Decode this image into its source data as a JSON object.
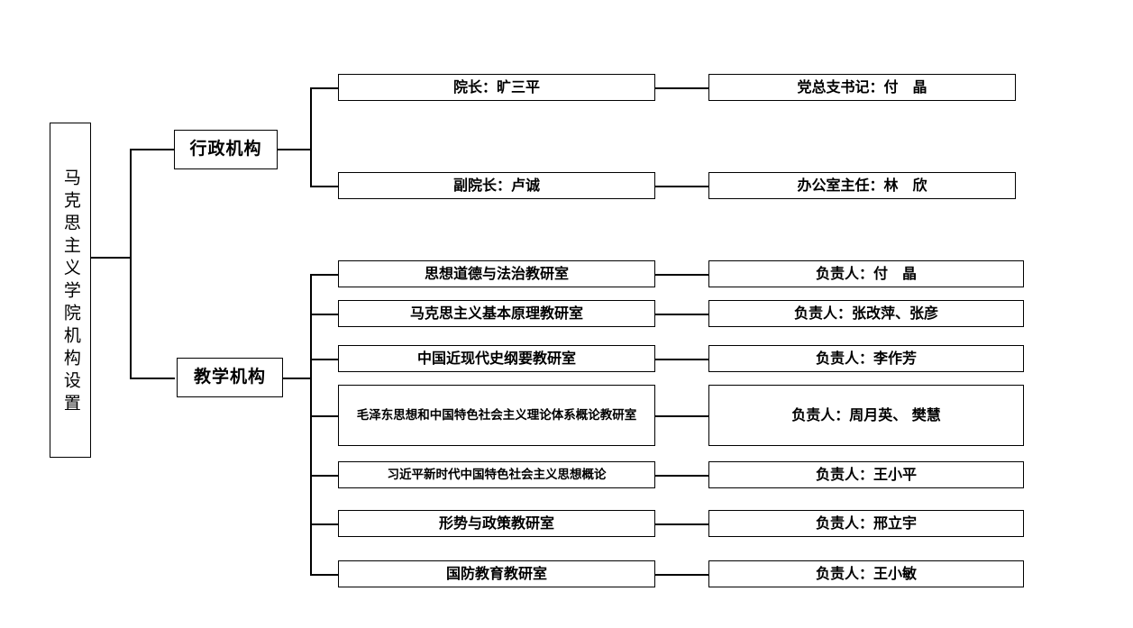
{
  "diagram": {
    "title": "马克思主义学院机构设置",
    "root": {
      "label": "马克思主义学院机构设置"
    },
    "branches": [
      {
        "id": "administrative",
        "label": "行政机构",
        "rows": [
          {
            "position": "院长：旷三平",
            "leader": "党总支书记：付　晶"
          },
          {
            "position": "副院长：卢诚",
            "leader": "办公室主任：林　欣"
          }
        ]
      },
      {
        "id": "teaching",
        "label": "教学机构",
        "rows": [
          {
            "department": "思想道德与法治教研室",
            "leader": "负责人：付　晶"
          },
          {
            "department": "马克思主义基本原理教研室",
            "leader": "负责人：张改萍、张彦"
          },
          {
            "department": "中国近现代史纲要教研室",
            "leader": "负责人：李作芳"
          },
          {
            "department": "毛泽东思想和中国特色社会主义理论体系概论教研室",
            "leader": "负责人：周月英、 樊慧"
          },
          {
            "department": "习近平新时代中国特色社会主义思想概论",
            "leader": "负责人：王小平"
          },
          {
            "department": "形势与政策教研室",
            "leader": "负责人：邢立宇"
          },
          {
            "department": "国防教育教研室",
            "leader": "负责人：王小敏"
          }
        ]
      }
    ],
    "colors": {
      "line": "#000000",
      "box_border": "#000000",
      "background": "#ffffff",
      "text": "#000000"
    }
  }
}
